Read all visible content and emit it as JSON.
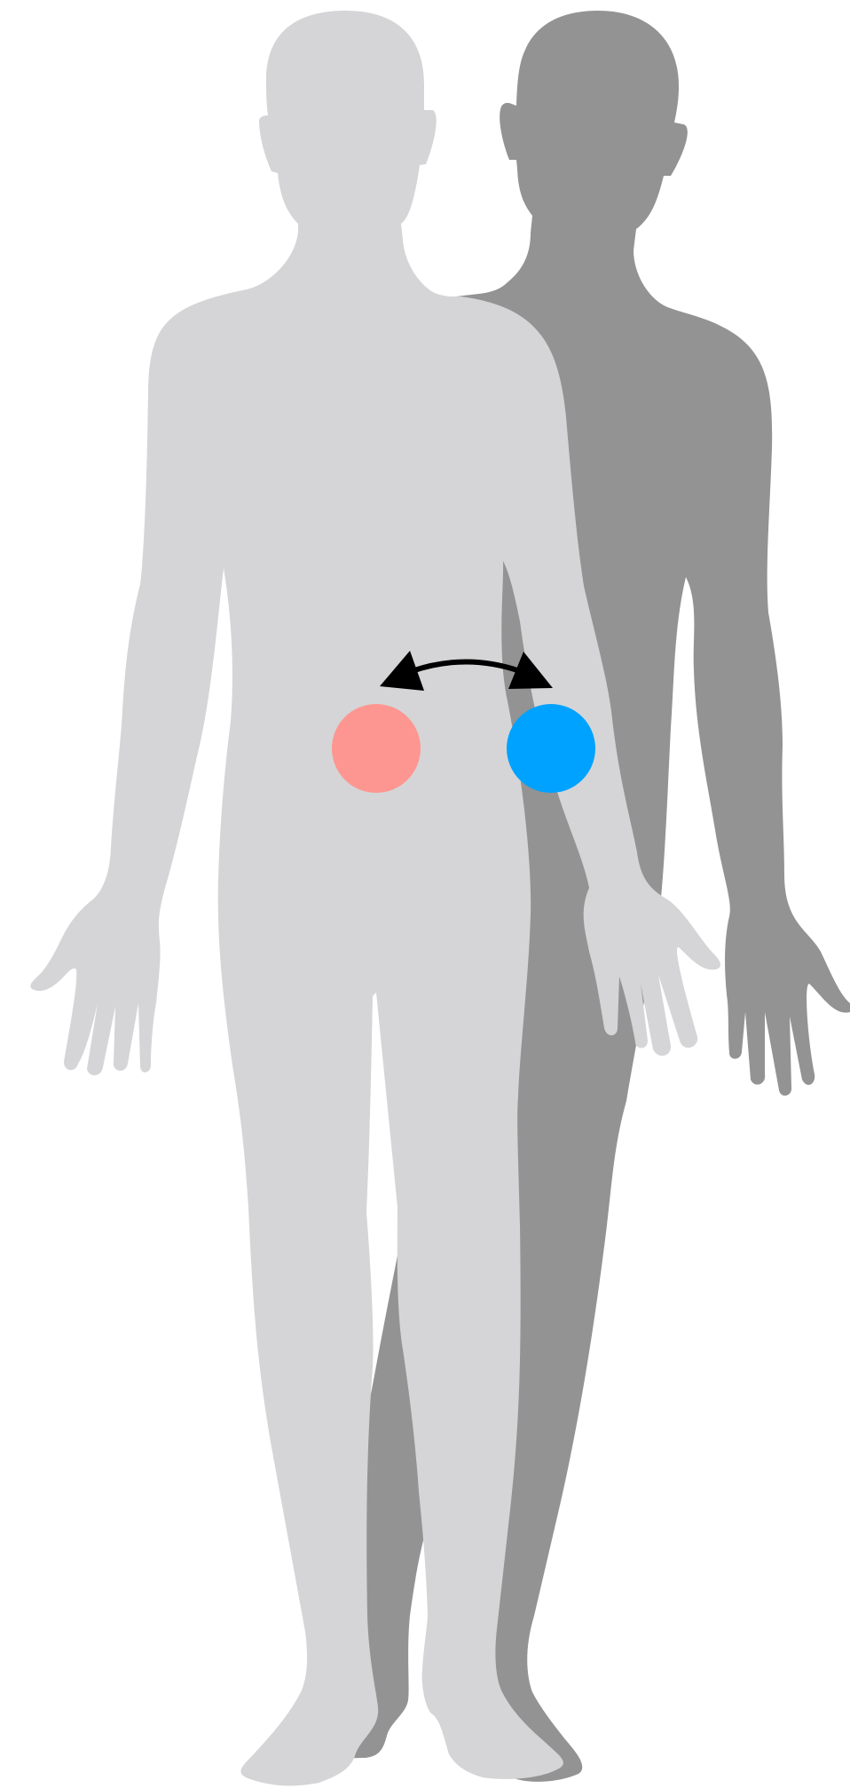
{
  "figures": [
    {
      "name": "back-body",
      "color": "#939393"
    },
    {
      "name": "front-body",
      "color": "#d5d5d7"
    }
  ],
  "markers": [
    {
      "name": "left-marker",
      "color": "#fd9690"
    },
    {
      "name": "right-marker",
      "color": "#00a2ff"
    }
  ],
  "arrow": {
    "direction": "bidirectional",
    "color": "#000000"
  },
  "icons": [
    "body-silhouette-icon",
    "double-arrow-icon"
  ]
}
